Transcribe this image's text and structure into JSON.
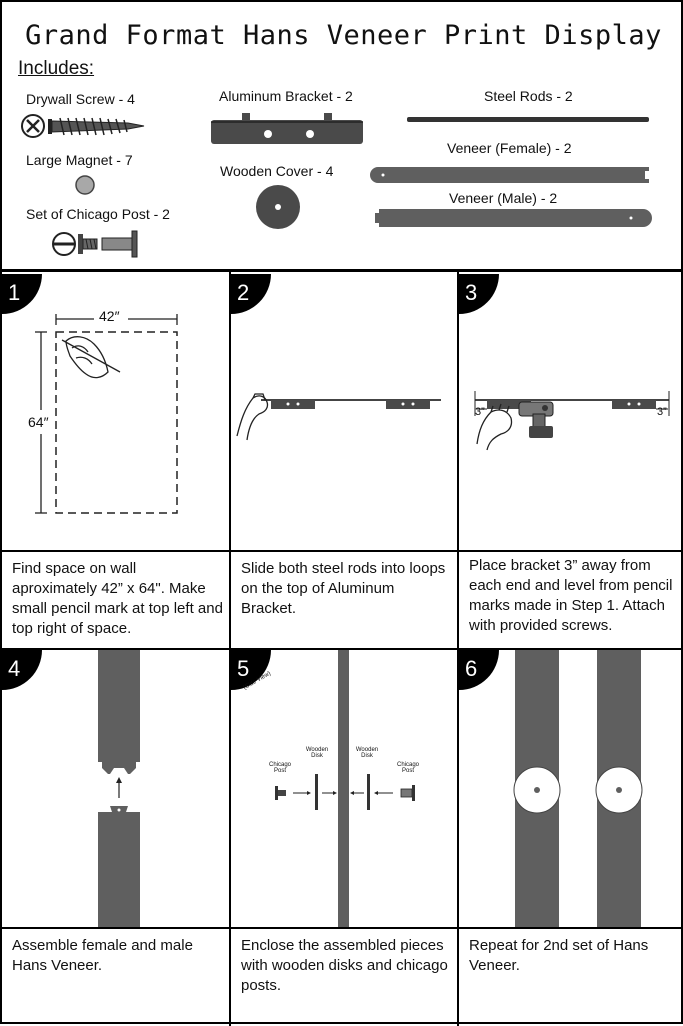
{
  "header": {
    "title": "Grand Format Hans Veneer Print Display",
    "includes_label": "Includes:"
  },
  "parts": [
    {
      "label": "Drywall Screw - 4",
      "icon": "drywall-screw-icon"
    },
    {
      "label": "Large Magnet - 7",
      "icon": "magnet-icon"
    },
    {
      "label": "Set of Chicago Post - 2",
      "icon": "chicago-post-icon"
    },
    {
      "label": "Aluminum Bracket - 2",
      "icon": "aluminum-bracket-icon"
    },
    {
      "label": "Wooden Cover - 4",
      "icon": "wooden-cover-icon"
    },
    {
      "label": "Steel Rods - 2",
      "icon": "steel-rod-icon"
    },
    {
      "label": "Veneer (Female) - 2",
      "icon": "veneer-female-icon"
    },
    {
      "label": "Veneer (Male) - 2",
      "icon": "veneer-male-icon"
    }
  ],
  "steps": [
    {
      "number": "1",
      "caption": "Find space on wall aproximately 42” x 64\". Make small pencil mark at top left and top right of space.",
      "dim_width": "42″",
      "dim_height": "64″"
    },
    {
      "number": "2",
      "caption": "Slide both steel rods into loops on the top of Aluminum Bracket."
    },
    {
      "number": "3",
      "caption": "Place bracket 3” away from each end and level from pencil marks made in Step 1. Attach with provided screws.",
      "offset_left": "3”",
      "offset_right": "3”"
    },
    {
      "number": "4",
      "caption": "Assemble female and male Hans Veneer."
    },
    {
      "number": "5",
      "caption": "Enclose the assembled pieces with wooden disks and chicago posts.",
      "view_note": "(Side View)",
      "label_chicago_post_left": "Chicago Post",
      "label_wooden_disk_left": "Wooden Disk",
      "label_wooden_disk_right": "Wooden Disk",
      "label_chicago_post_right": "Chicago Post"
    },
    {
      "number": "6",
      "caption": "Repeat for 2nd set of Hans Veneer."
    }
  ],
  "colors": {
    "veneer": "#5f5f5f",
    "bracket": "#4a4a4a",
    "magnet": "#a8a8a8"
  }
}
